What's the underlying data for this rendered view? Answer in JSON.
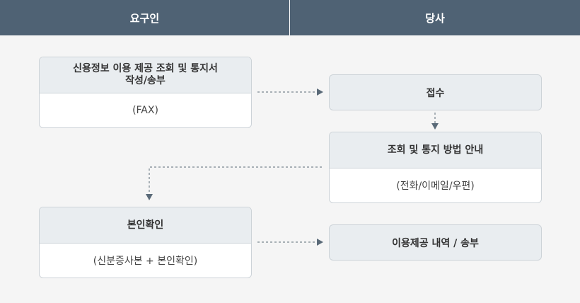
{
  "header": {
    "left": "요구인",
    "right": "당사"
  },
  "steps": {
    "request": {
      "title_line1": "신용정보 이용 제공 조회 및 통지서",
      "title_line2": "작성/송부",
      "detail": "(FAX)"
    },
    "receipt": {
      "title": "접수"
    },
    "notice": {
      "title": "조회 및 통지 방법 안내",
      "detail": "(전화/이메일/우편)"
    },
    "verify": {
      "title": "본인확인",
      "detail": "(신분증사본 + 본인확인)"
    },
    "send": {
      "title": "이용제공 내역 / 송부"
    }
  },
  "colors": {
    "header_bg": "#4f6274",
    "box_header_bg": "#e9edf0",
    "arrow": "#5a6a78"
  }
}
